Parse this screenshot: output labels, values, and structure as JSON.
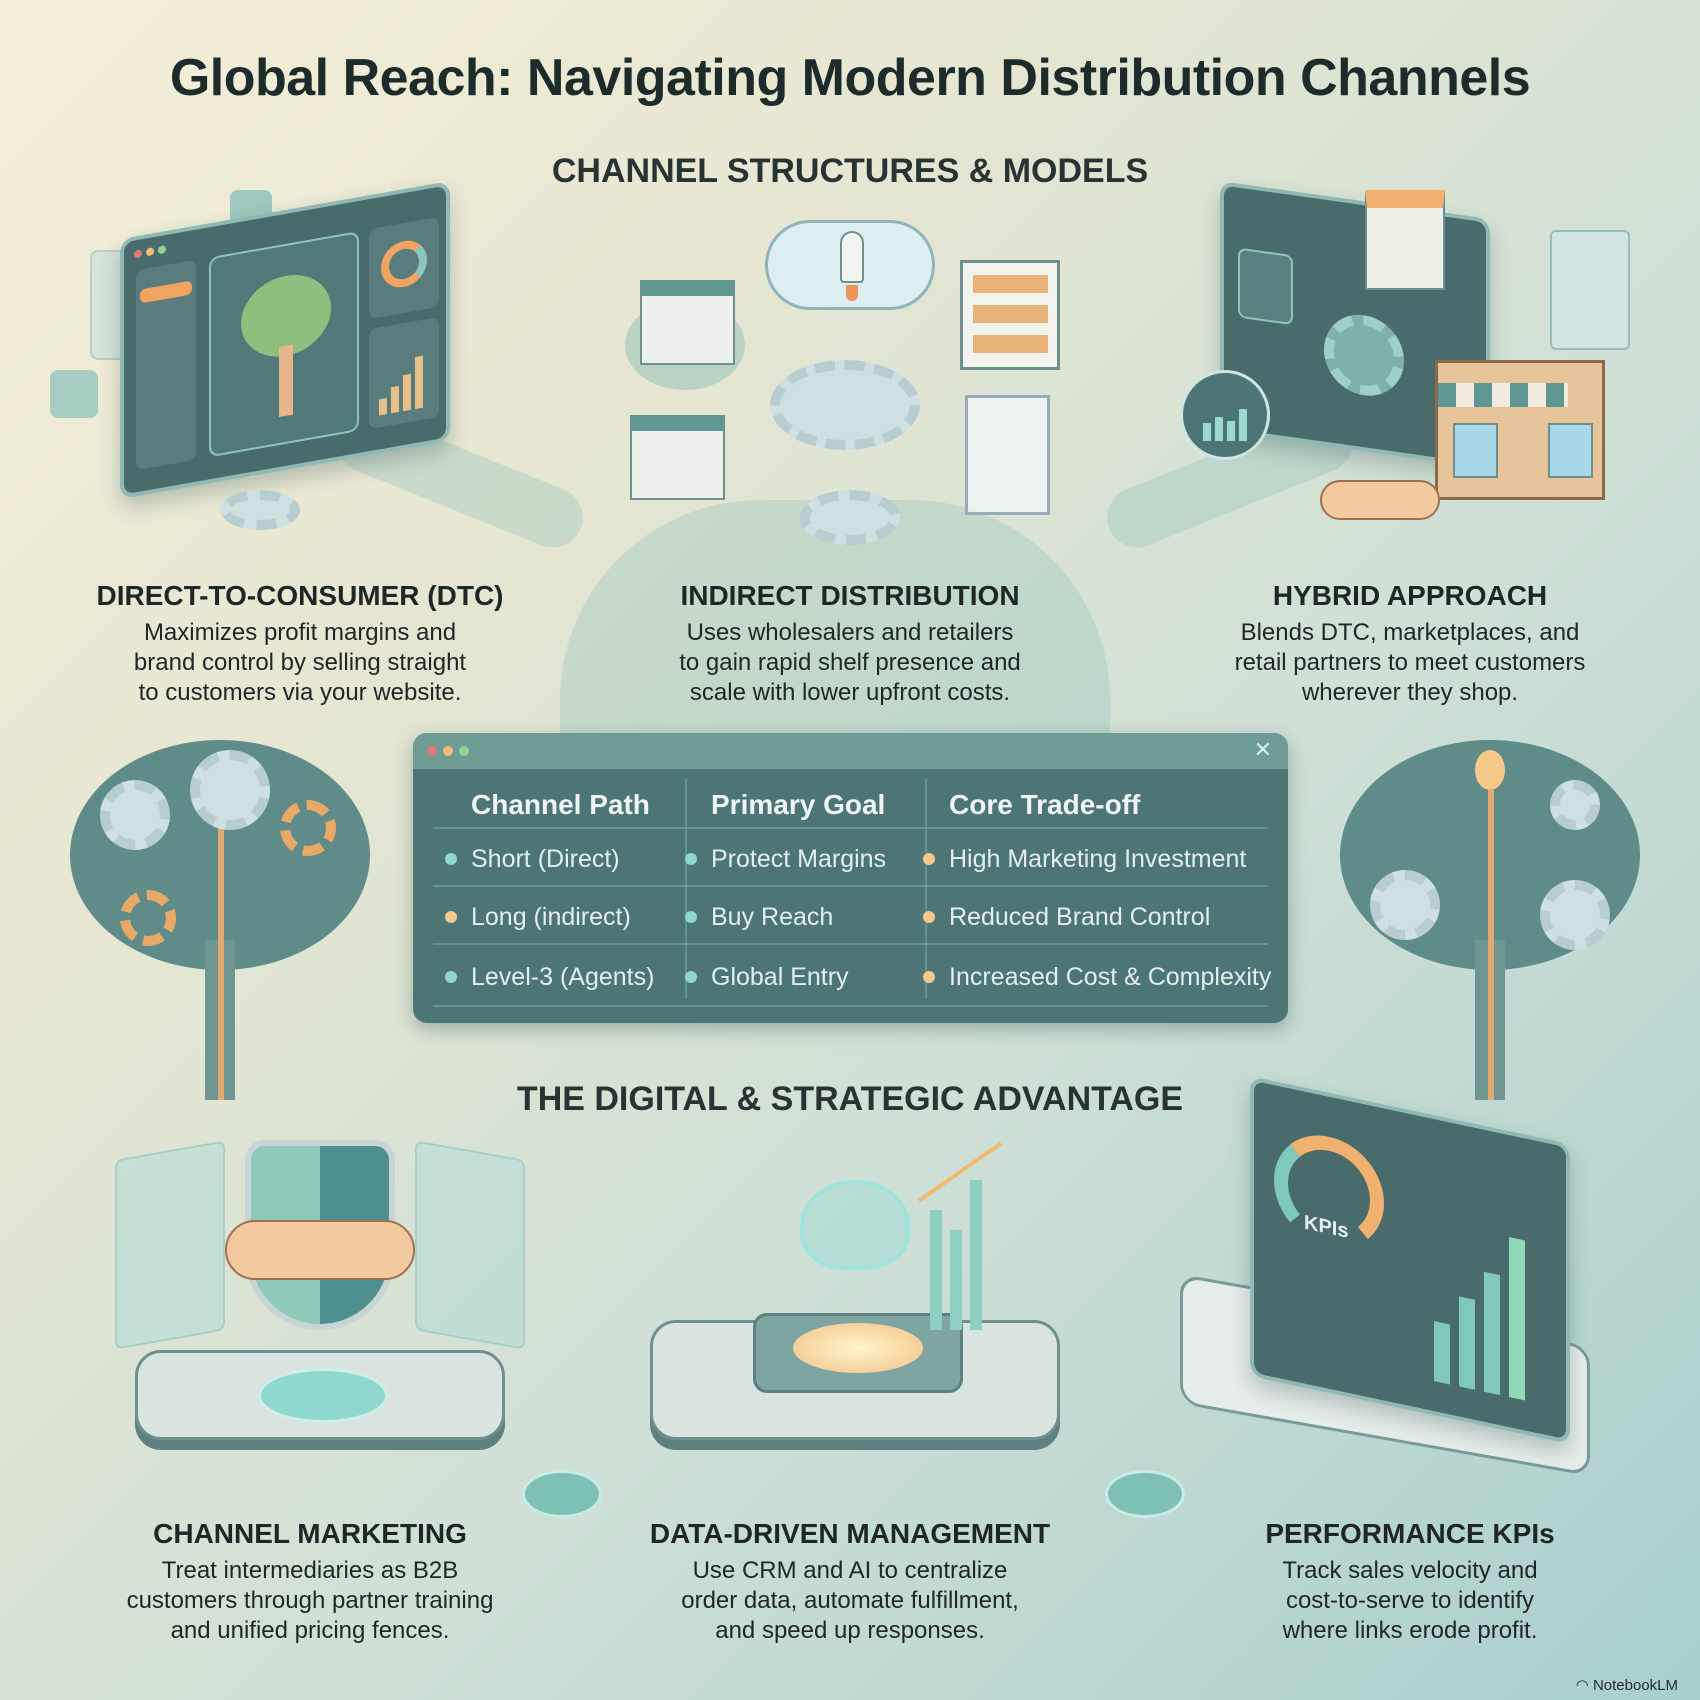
{
  "title": "Global Reach: Navigating Modern Distribution Channels",
  "sections": {
    "top_heading": "CHANNEL STRUCTURES & MODELS",
    "bottom_heading": "THE DIGITAL & STRATEGIC ADVANTAGE"
  },
  "top_cards": [
    {
      "heading": "DIRECT-TO-CONSUMER (DTC)",
      "lines": [
        "Maximizes profit margins and",
        "brand control by selling straight",
        "to customers via your website."
      ],
      "icon": "dashboard-tree-icon"
    },
    {
      "heading": "INDIRECT DISTRIBUTION",
      "lines": [
        "Uses wholesalers and retailers",
        "to gain rapid shelf presence and",
        "scale with lower upfront costs."
      ],
      "icon": "warehouse-network-icon"
    },
    {
      "heading": "HYBRID APPROACH",
      "lines": [
        "Blends DTC, marketplaces, and",
        "retail partners to meet customers",
        "wherever they shop."
      ],
      "icon": "storefront-handshake-icon"
    }
  ],
  "table": {
    "close_glyph": "✕",
    "window_dots": [
      "#e07a7a",
      "#f0c070",
      "#8fd48f"
    ],
    "headers": [
      "Channel Path",
      "Primary Goal",
      "Core Trade-off"
    ],
    "rows": [
      {
        "path": "Short (Direct)",
        "goal": "Protect Margins",
        "tradeoff": "High Marketing Investment",
        "colors": [
          "#8fd8cf",
          "#8fd8cf",
          "#f3c98c"
        ]
      },
      {
        "path": "Long (indirect)",
        "goal": "Buy Reach",
        "tradeoff": "Reduced Brand Control",
        "colors": [
          "#f3c98c",
          "#8fd8cf",
          "#f3c98c"
        ]
      },
      {
        "path": "Level-3 (Agents)",
        "goal": "Global Entry",
        "tradeoff": "Increased Cost & Complexity",
        "colors": [
          "#8fd8cf",
          "#8fd8cf",
          "#f3c98c"
        ]
      }
    ]
  },
  "bottom_cards": [
    {
      "heading": "CHANNEL MARKETING",
      "lines": [
        "Treat intermediaries as B2B",
        "customers through partner training",
        "and unified pricing fences."
      ],
      "icon": "shield-handshake-icon"
    },
    {
      "heading": "DATA-DRIVEN MANAGEMENT",
      "lines": [
        "Use CRM and AI to centralize",
        "order data, automate fulfillment,",
        "and speed up responses."
      ],
      "icon": "ai-brain-platform-icon"
    },
    {
      "heading": "PERFORMANCE KPIs",
      "lines": [
        "Track sales velocity and",
        "cost-to-serve to identify",
        "where links erode profit."
      ],
      "icon": "kpi-dashboard-icon",
      "kpi_label": "KPIs"
    }
  ],
  "branding": "NotebookLM",
  "colors": {
    "teal_dark": "#4e7576",
    "teal_light": "#8fd8cf",
    "accent_orange": "#f3c98c",
    "text_dark": "#1e2626"
  }
}
